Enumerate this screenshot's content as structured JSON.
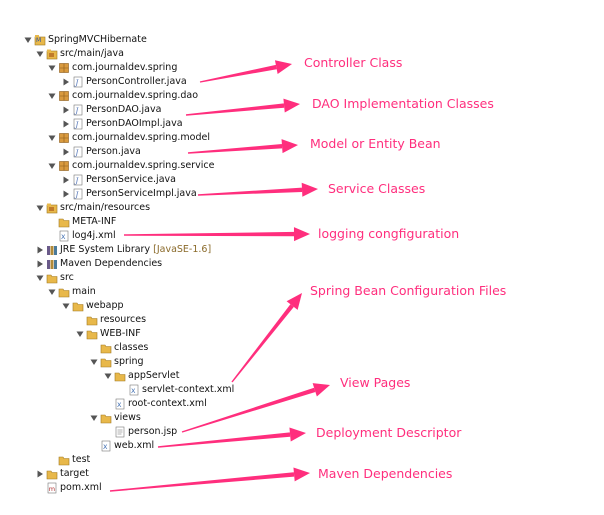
{
  "tree": [
    {
      "label": "SpringMVCHibernate",
      "icon": "project",
      "toggle": "open"
    },
    {
      "label": "src/main/java",
      "icon": "src-folder",
      "toggle": "open"
    },
    {
      "label": "com.journaldev.spring",
      "icon": "package",
      "toggle": "open"
    },
    {
      "label": "PersonController.java",
      "icon": "java-file",
      "toggle": "closed"
    },
    {
      "label": "com.journaldev.spring.dao",
      "icon": "package",
      "toggle": "open"
    },
    {
      "label": "PersonDAO.java",
      "icon": "java-file",
      "toggle": "closed"
    },
    {
      "label": "PersonDAOImpl.java",
      "icon": "java-file",
      "toggle": "closed"
    },
    {
      "label": "com.journaldev.spring.model",
      "icon": "package",
      "toggle": "open"
    },
    {
      "label": "Person.java",
      "icon": "java-file",
      "toggle": "closed"
    },
    {
      "label": "com.journaldev.spring.service",
      "icon": "package",
      "toggle": "open"
    },
    {
      "label": "PersonService.java",
      "icon": "java-file",
      "toggle": "closed"
    },
    {
      "label": "PersonServiceImpl.java",
      "icon": "java-file",
      "toggle": "closed"
    },
    {
      "label": "src/main/resources",
      "icon": "src-folder",
      "toggle": "open"
    },
    {
      "label": "META-INF",
      "icon": "folder",
      "toggle": "none"
    },
    {
      "label": "log4j.xml",
      "icon": "xml-file",
      "toggle": "none"
    },
    {
      "label": "JRE System Library",
      "decoration": "[JavaSE-1.6]",
      "icon": "library",
      "toggle": "closed"
    },
    {
      "label": "Maven Dependencies",
      "icon": "library",
      "toggle": "closed"
    },
    {
      "label": "src",
      "icon": "folder",
      "toggle": "open"
    },
    {
      "label": "main",
      "icon": "folder",
      "toggle": "open"
    },
    {
      "label": "webapp",
      "icon": "folder",
      "toggle": "open"
    },
    {
      "label": "resources",
      "icon": "folder",
      "toggle": "none"
    },
    {
      "label": "WEB-INF",
      "icon": "folder",
      "toggle": "open"
    },
    {
      "label": "classes",
      "icon": "folder",
      "toggle": "none"
    },
    {
      "label": "spring",
      "icon": "folder",
      "toggle": "open"
    },
    {
      "label": "appServlet",
      "icon": "folder",
      "toggle": "open"
    },
    {
      "label": "servlet-context.xml",
      "icon": "xml-file",
      "toggle": "none"
    },
    {
      "label": "root-context.xml",
      "icon": "xml-file",
      "toggle": "none"
    },
    {
      "label": "views",
      "icon": "folder",
      "toggle": "open"
    },
    {
      "label": "person.jsp",
      "icon": "jsp-file",
      "toggle": "none"
    },
    {
      "label": "web.xml",
      "icon": "xml-file",
      "toggle": "none"
    },
    {
      "label": "test",
      "icon": "folder",
      "toggle": "none"
    },
    {
      "label": "target",
      "icon": "folder",
      "toggle": "closed"
    },
    {
      "label": "pom.xml",
      "icon": "maven-file",
      "toggle": "none"
    }
  ],
  "annotations": [
    {
      "text": "Controller Class"
    },
    {
      "text": "DAO Implementation Classes"
    },
    {
      "text": "Model or Entity Bean"
    },
    {
      "text": "Service Classes"
    },
    {
      "text": "logging congfiguration"
    },
    {
      "text": "Spring Bean Configuration Files"
    },
    {
      "text": "View Pages"
    },
    {
      "text": "Deployment Descriptor"
    },
    {
      "text": "Maven Dependencies"
    }
  ],
  "colors": {
    "annotation": "#ff2e7d",
    "folder": "#e8b84a",
    "package": "#c07a2a",
    "java": "#4b6fb5",
    "text": "#111111"
  }
}
